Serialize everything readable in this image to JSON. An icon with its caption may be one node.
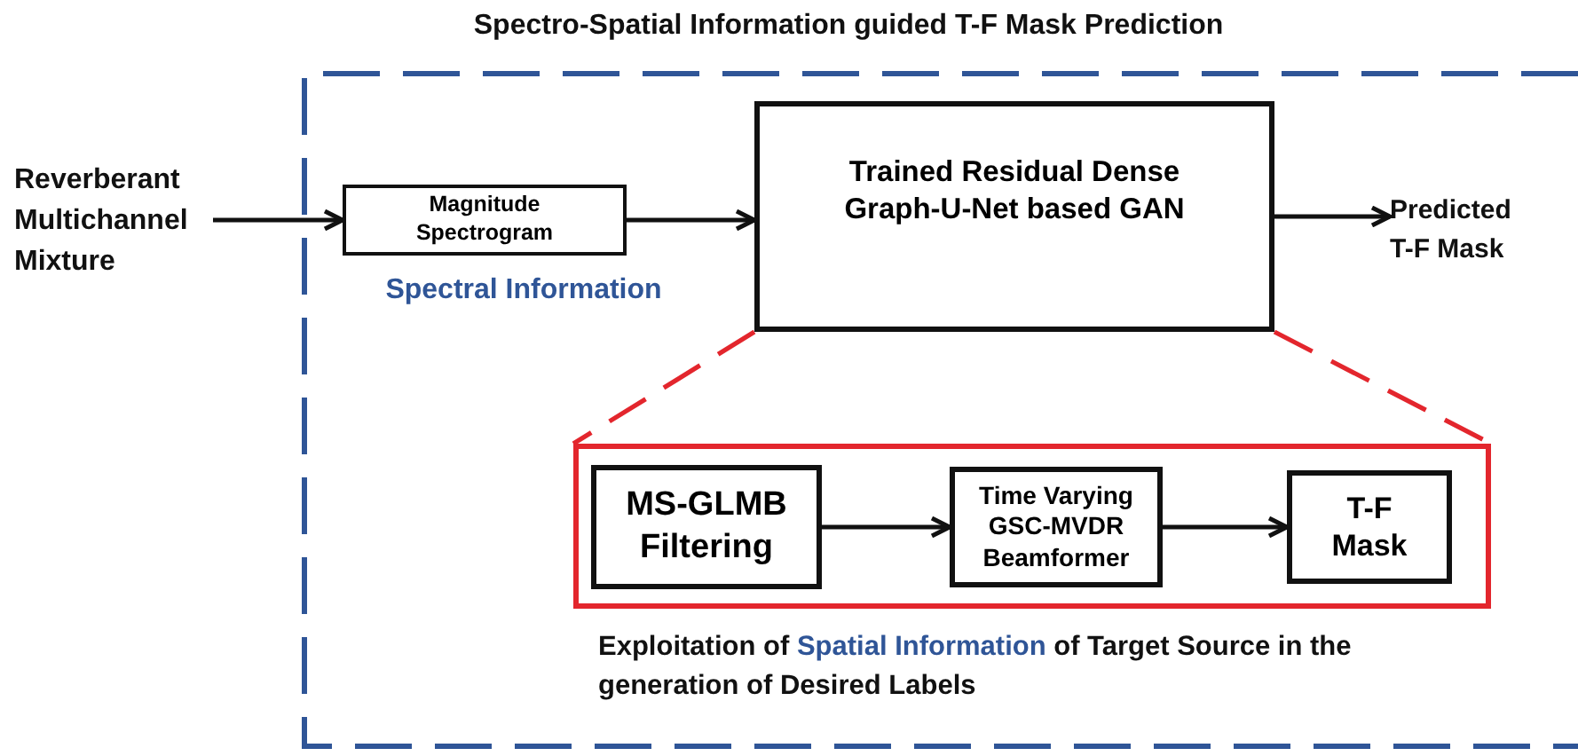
{
  "diagram": {
    "nodes": [
      {
        "text": [
          "Spectro-Spatial Information guided T-F Mask Prediction"
        ]
      },
      {
        "text": [
          "Reverberant Multichannel Mixture"
        ]
      },
      {
        "text": [
          "Magnitude Spectrogram"
        ],
        "in": 0,
        "beside": [
          "Spectral Information"
        ]
      },
      {
        "text": [
          "Trained Residual Dense Graph-U-Net based GAN"
        ],
        "in": 0
      },
      {
        "text": [
          "Predicted T-F Mask"
        ],
        "in": 0
      },
      {
        "text": [],
        "shape": "box",
        "in": 0,
        "beside": [
          "Exploitation of **Spatial Information** of Target Source in the generation of Desired Labels"
        ]
      },
      {
        "text": [
          "MS-GLMB Filtering"
        ],
        "in": 5
      },
      {
        "text": [
          "Time Varying GSC-MVDR Beamformer"
        ],
        "in": 5
      },
      {
        "text": [
          "T-F Mask"
        ],
        "in": 5
      }
    ],
    "edges": [
      {
        "from": 1,
        "to": 2,
        "arrow": "to"
      },
      {
        "from": 2,
        "to": 3,
        "arrow": "to"
      },
      {
        "from": 3,
        "to": 4,
        "arrow": "to"
      },
      {
        "from": 3,
        "to": 5,
        "arrow": "none",
        "style": "dashed",
        "color": "#e3262d"
      },
      {
        "from": 3,
        "to": 5,
        "arrow": "none",
        "style": "dashed",
        "color": "#e3262d"
      },
      {
        "from": 6,
        "to": 7,
        "arrow": "to"
      },
      {
        "from": 7,
        "to": 8,
        "arrow": "to"
      }
    ]
  }
}
